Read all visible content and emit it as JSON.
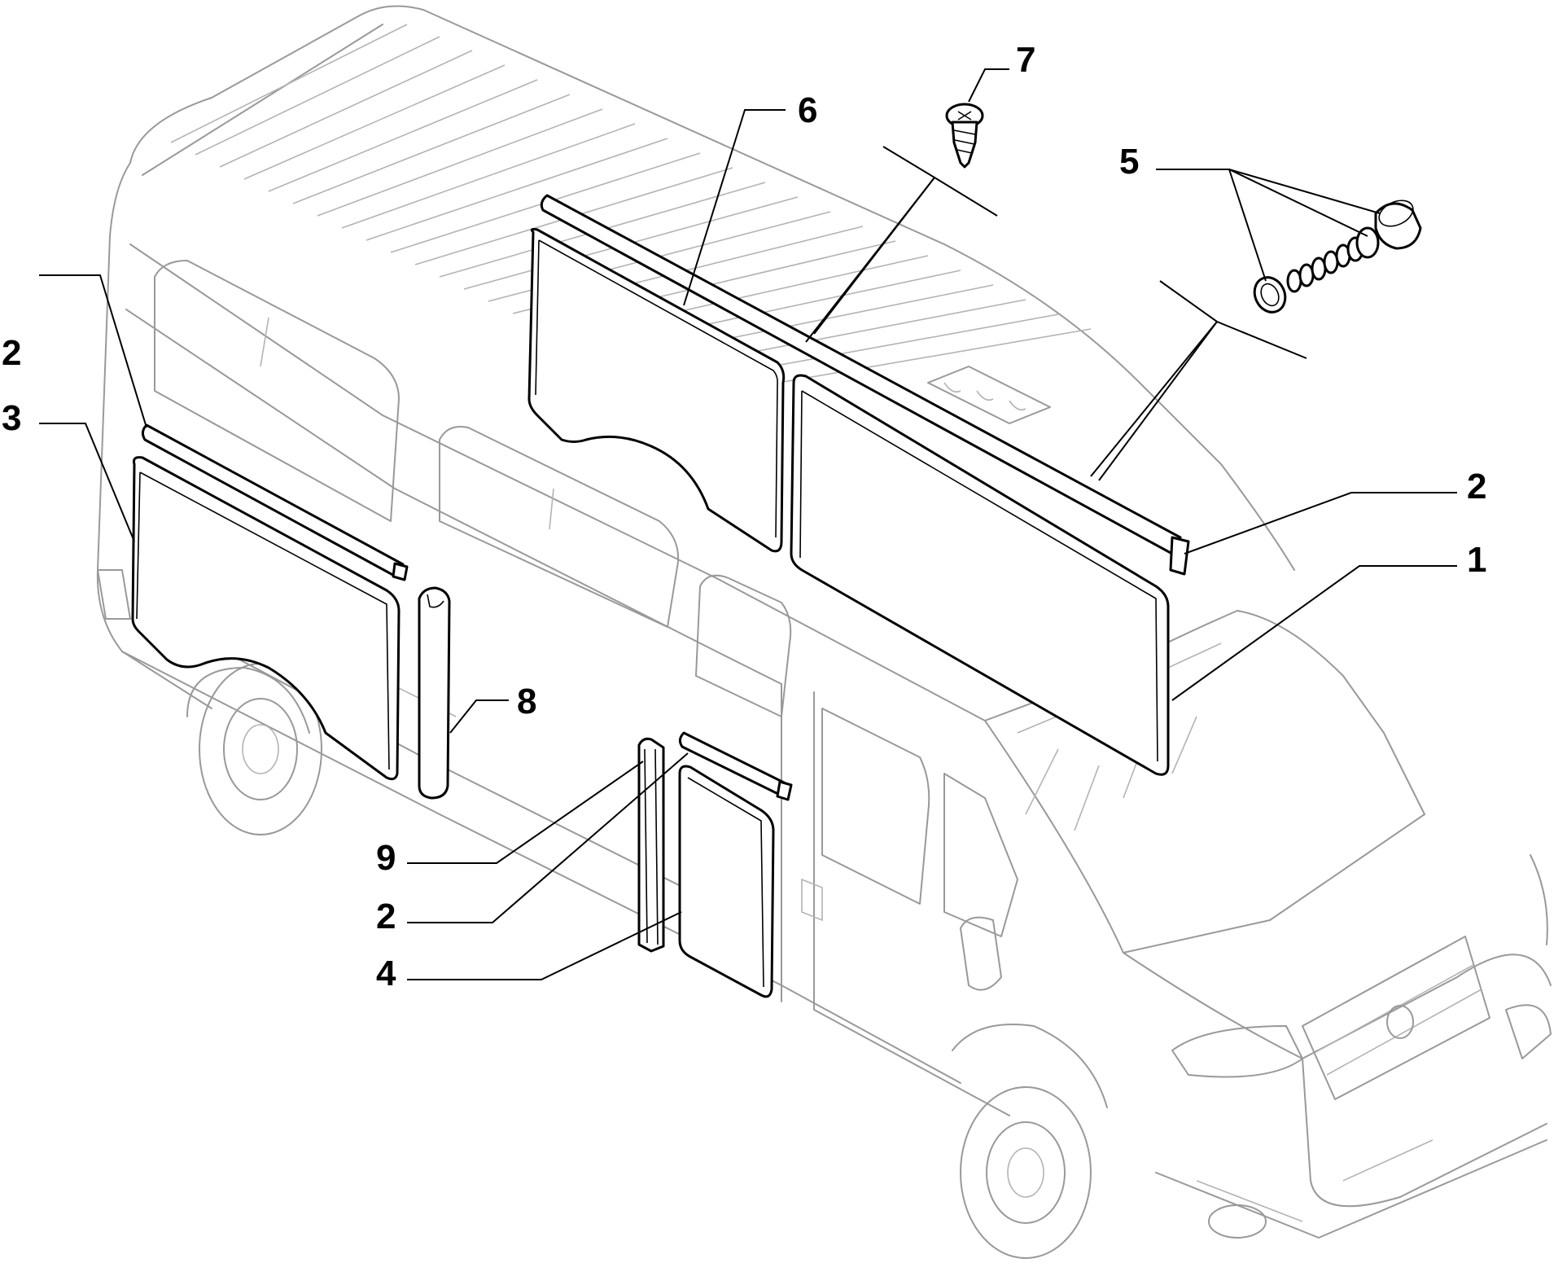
{
  "callouts": {
    "c1": "1",
    "c2_left": "2",
    "c2_right": "2",
    "c2_lower": "2",
    "c3": "3",
    "c4": "4",
    "c5": "5",
    "c6": "6",
    "c7": "7",
    "c8": "8",
    "c9": "9"
  },
  "parts": [
    {
      "ref": "1",
      "icon": "side-window-panel-large"
    },
    {
      "ref": "2",
      "icon": "window-channel-strip"
    },
    {
      "ref": "3",
      "icon": "rear-side-window-panel"
    },
    {
      "ref": "4",
      "icon": "door-window-panel"
    },
    {
      "ref": "5",
      "icon": "bolt-washer-cap-set"
    },
    {
      "ref": "6",
      "icon": "middle-side-window-panel"
    },
    {
      "ref": "7",
      "icon": "self-tapping-screw"
    },
    {
      "ref": "8",
      "icon": "vertical-trim-profile"
    },
    {
      "ref": "9",
      "icon": "door-edge-profile"
    }
  ],
  "colors": {
    "ink": "#000000",
    "vehicle_outline": "#999999",
    "background": "#ffffff"
  }
}
